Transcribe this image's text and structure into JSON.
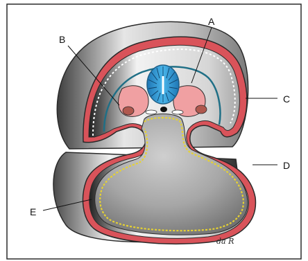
{
  "figure": {
    "labels": {
      "A": "A",
      "B": "B",
      "C": "C",
      "D": "D",
      "E": "E"
    },
    "signature": "da R"
  },
  "colors": {
    "frame": "#2a2a2a",
    "outer_red": "#d9535a",
    "pink_fill": "#f0a0a2",
    "teal_line": "#1f6f86",
    "neural_tube_blue": "#2f9ed8",
    "yolk_yellow": "#e6d232",
    "grey_body": "#9c9c9c",
    "light_grey": "#d8d8d8",
    "dark_grey": "#4a4a4a"
  }
}
